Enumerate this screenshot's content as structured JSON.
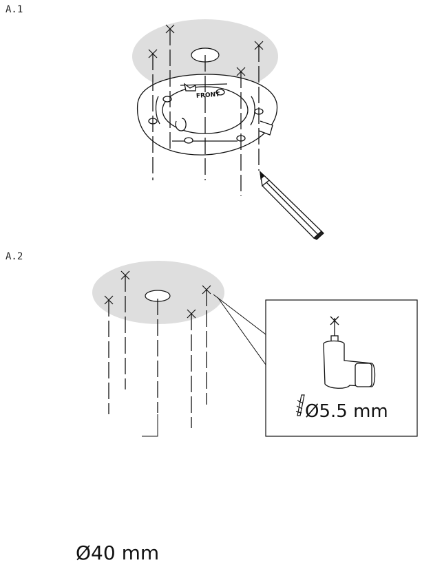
{
  "steps": {
    "a1": "A.1",
    "a2": "A.2"
  },
  "bracket": {
    "front_label": "FRONT"
  },
  "specs": {
    "drill_diameter": "Ø5.5 mm",
    "hole_diameter": "Ø40 mm"
  },
  "icons": {
    "pencil": "pencil-icon",
    "drill": "drill-icon",
    "hole_saw": "hole-saw-icon",
    "anchor": "wall-anchor-icon",
    "arrow_up": "arrow-up-icon"
  },
  "colors": {
    "ceiling_area": "#dedede",
    "line": "#111111"
  }
}
